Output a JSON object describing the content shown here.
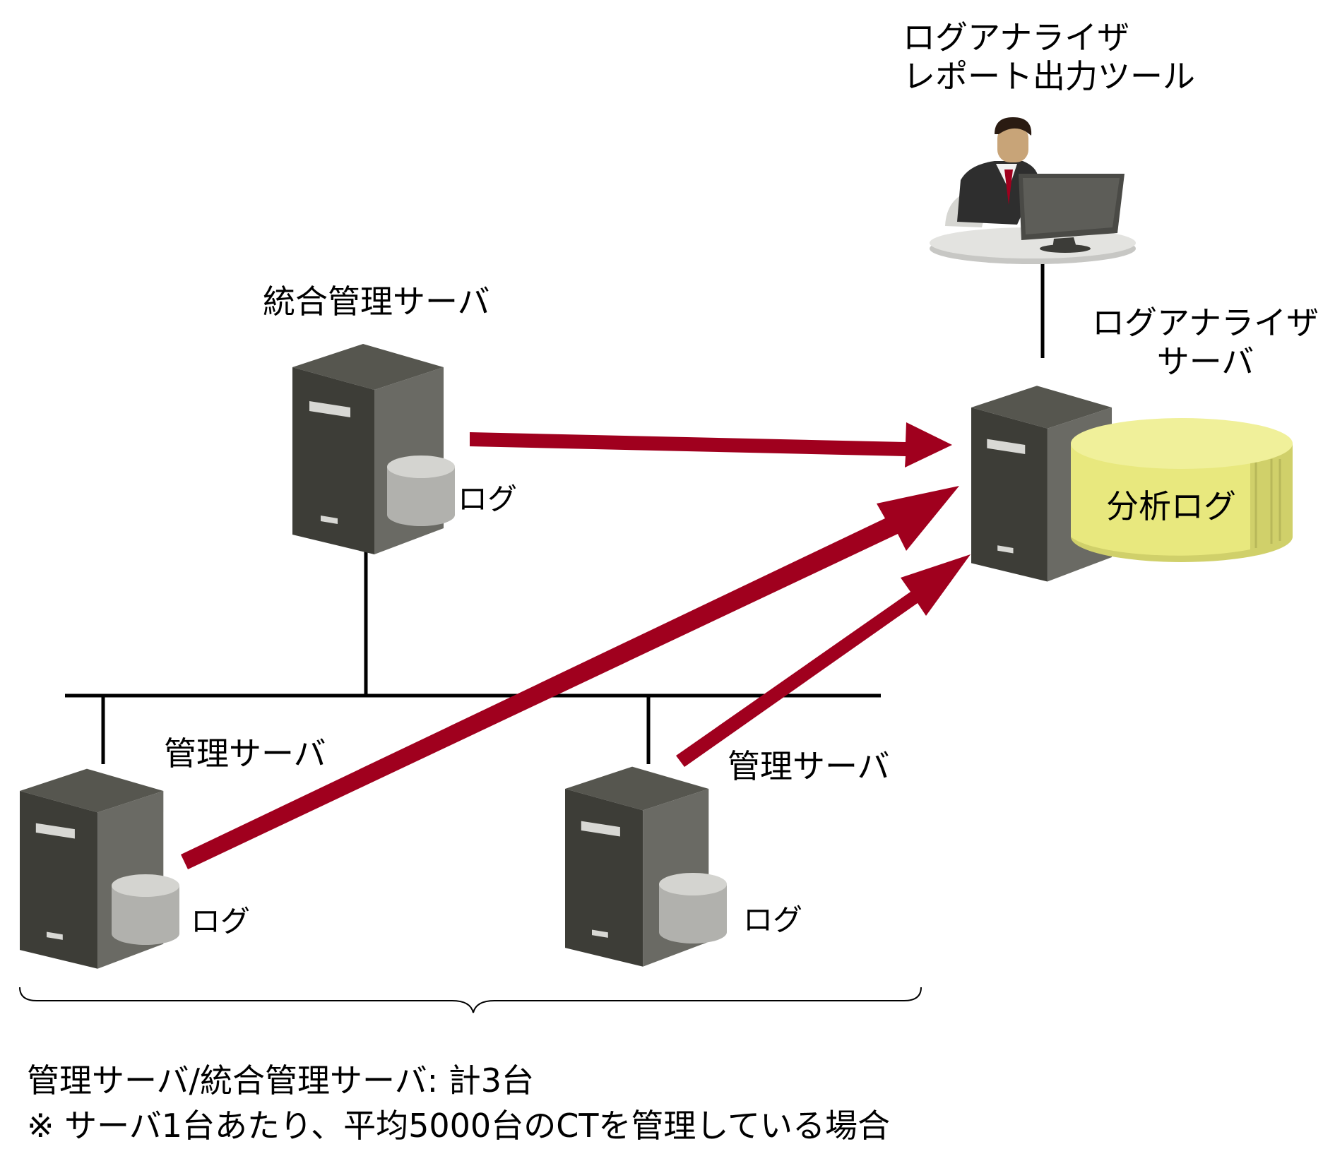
{
  "tool_label": {
    "line1": "ログアナライザ",
    "line2": "レポート出力ツール"
  },
  "analyzer_server": {
    "line1": "ログアナライザ",
    "line2": "サーバ",
    "db_label": "分析ログ"
  },
  "integrated_server": {
    "label": "統合管理サーバ",
    "log_label": "ログ"
  },
  "mgmt_server_left": {
    "label": "管理サーバ",
    "log_label": "ログ"
  },
  "mgmt_server_right": {
    "label": "管理サーバ",
    "log_label": "ログ"
  },
  "notes": {
    "line1": "管理サーバ/統合管理サーバ: 計3台",
    "line2": "※ サーバ1台あたり、平均5000台のCTを管理している場合"
  },
  "colors": {
    "arrow": "#a0001e",
    "server_front": "#3d3d37",
    "server_side": "#6a6a64",
    "server_top": "#56564f",
    "log_disk": "#b9b9b5",
    "analysis_db": "#e8e87e",
    "line": "#000000"
  },
  "icons": [
    "server-icon",
    "database-icon",
    "person-at-computer-icon",
    "arrow-icon",
    "brace-icon"
  ]
}
